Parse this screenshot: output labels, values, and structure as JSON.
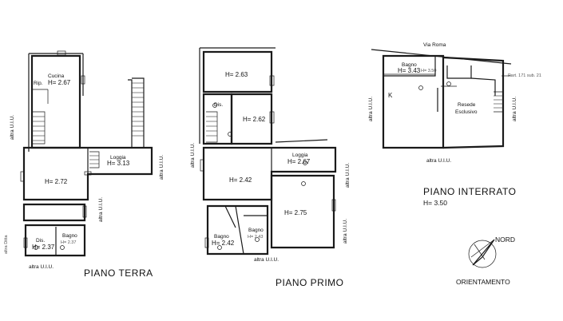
{
  "plans": {
    "terra": {
      "title": "PIANO  TERRA",
      "rooms": {
        "cucina": "Cucina",
        "rip": "Rip.",
        "cucina_h": "H= 2.67",
        "loggia": "Loggia",
        "loggia_h": "H= 3.13",
        "main_h": "H= 2.72",
        "dis": "Dis.",
        "dis_h": "H= 2.37",
        "bagno": "Bagno",
        "bagno_h": "H= 2.37"
      },
      "side_labels": {
        "left_upper": "altra  U.I.U.",
        "right": "altra  U.I.U.",
        "mid": "altra  U.I.U.",
        "bottom": "altra  U.I.U.",
        "left_lower": "altra Ditta"
      }
    },
    "primo": {
      "title": "PIANO  PRIMO",
      "rooms": {
        "top_h": "H= 2.63",
        "dis": "Dis.",
        "r2_h": "H= 2.62",
        "loggia": "Loggia",
        "loggia_h": "H= 2.67",
        "mid_h": "H= 2.42",
        "big_h": "H= 2.75",
        "bagno1": "Bagno",
        "bagno1_h": "H= 2.42",
        "bagno2": "Bagno",
        "bagno2_h": "H= 2.43"
      },
      "side_labels": {
        "left": "altra  U.I.U.",
        "right_top": "altra  U.I.U.",
        "right_bottom": "altra  U.I.U.",
        "bottom": "altra  U.I.U."
      }
    },
    "interrato": {
      "title": "PIANO  INTERRATO",
      "height": "H= 3.50",
      "street": "Via  Roma",
      "rooms": {
        "bagno": "Bagno",
        "bagno_h": "H= 3.43",
        "bagno_h2": "H= 3.50",
        "k": "K",
        "resede": "Resede",
        "esclusivo": "Esclusivo"
      },
      "part_ref": "Part. 171 sub. 21",
      "side_labels": {
        "left": "altra  U.I.U.",
        "right": "altra  U.I.U.",
        "bottom": "altra  U.I.U."
      }
    }
  },
  "compass": {
    "north": "NORD",
    "caption": "ORIENTAMENTO"
  }
}
